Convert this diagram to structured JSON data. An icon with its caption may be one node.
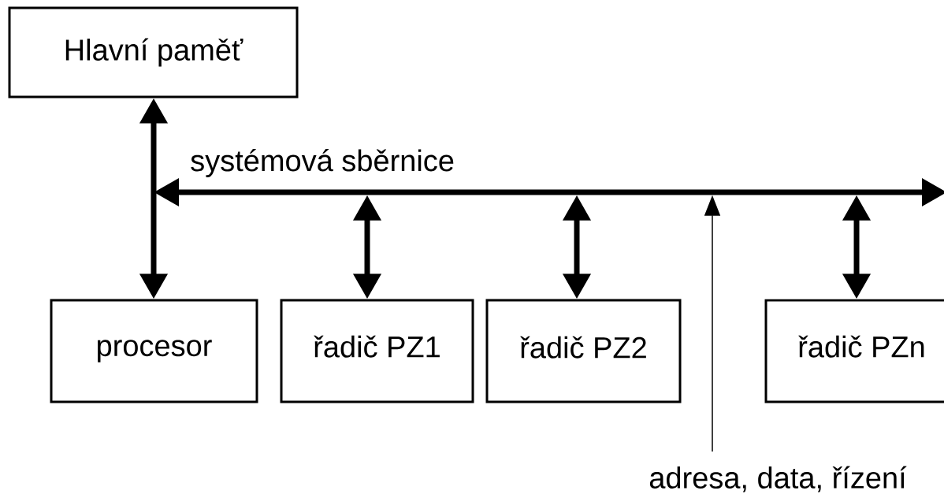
{
  "diagram": {
    "nodes": [
      {
        "text": [
          "Hlavní paměť"
        ]
      },
      {
        "text": [
          "procesor"
        ]
      },
      {
        "text": [
          "řadič PZ1"
        ]
      },
      {
        "text": [
          "řadič PZ2"
        ]
      },
      {
        "text": [
          "řadič PZn"
        ]
      },
      {
        "text": [
          "systémová sběrnice"
        ]
      },
      {
        "text": [
          "adresa, data, řízení"
        ]
      }
    ],
    "edges": [
      {
        "from": 0,
        "to": 1,
        "arrow": "both"
      },
      {
        "from": 5,
        "to": 2,
        "arrow": "both"
      },
      {
        "from": 5,
        "to": 3,
        "arrow": "both"
      },
      {
        "from": 5,
        "to": 4,
        "arrow": "both"
      },
      {
        "from": 6,
        "to": 5,
        "arrow": "to"
      }
    ]
  }
}
